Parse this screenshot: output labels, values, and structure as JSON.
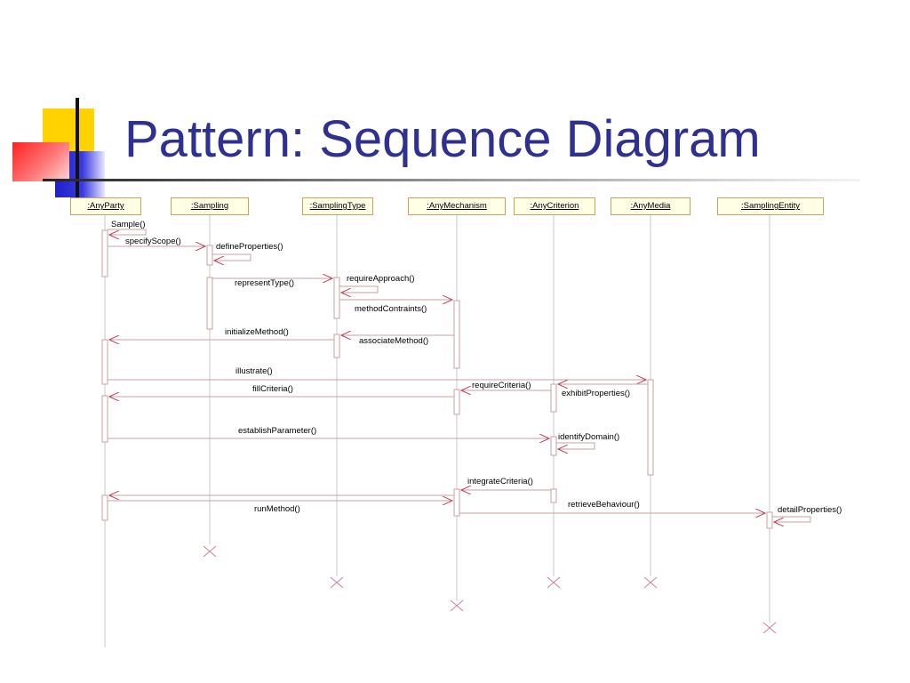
{
  "title": "Pattern: Sequence Diagram",
  "colors": {
    "title": "#2e3192",
    "line": "#c9a0a0",
    "arrow": "#c04060",
    "lifeline": "#c9c9c9",
    "box_fill": "#ffffe6",
    "box_border": "#c9a35e"
  },
  "participants": [
    ":AnyParty",
    ":Sampling",
    ":SamplingType",
    ":AnyMechanism",
    ":AnyCriterion",
    ":AnyMedia",
    ":SamplingEntity"
  ],
  "messages": [
    "Sample()",
    "specifyScope()",
    "defineProperties()",
    "representType()",
    "requireApproach()",
    "methodContraints()",
    "initializeMethod()",
    "associateMethod()",
    "illustrate()",
    "requireCriteria()",
    "exhibitProperties()",
    "fillCriteria()",
    "establishParameter()",
    "identifyDomain()",
    "integrateCriteria()",
    "retrieveBehaviour()",
    "runMethod()",
    "detailProperties()"
  ]
}
